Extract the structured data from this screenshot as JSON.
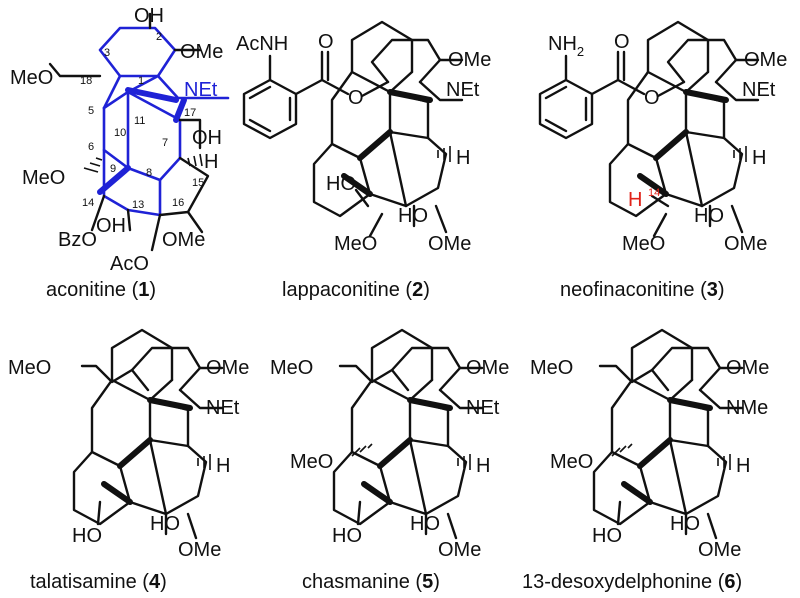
{
  "compounds": [
    {
      "id": "1",
      "name": "aconitine",
      "number": "1"
    },
    {
      "id": "2",
      "name": "lappaconitine",
      "number": "2"
    },
    {
      "id": "3",
      "name": "neofinaconitine",
      "number": "3"
    },
    {
      "id": "4",
      "name": "talatisamine",
      "number": "4"
    },
    {
      "id": "5",
      "name": "chasmanine",
      "number": "5"
    },
    {
      "id": "6",
      "name": "13-desoxydelphonine",
      "number": "6"
    }
  ],
  "labels": {
    "oh": "OH",
    "ome": "OMe",
    "meo": "MeO",
    "net": "NEt",
    "nme": "NMe",
    "h": "H",
    "ho": "HO",
    "bzo": "BzO",
    "aco": "AcO",
    "acnh": "AcNH",
    "nh2": "NH",
    "sub2": "2",
    "o": "O"
  },
  "atom_numbers": {
    "n1": "1",
    "n2": "2",
    "n3": "3",
    "n5": "5",
    "n6": "6",
    "n7": "7",
    "n8": "8",
    "n9": "9",
    "n10": "10",
    "n11": "11",
    "n13": "13",
    "n14": "14",
    "n15": "15",
    "n16": "16",
    "n17": "17",
    "n18": "18"
  },
  "highlight": {
    "neofinaconitine_c14": "14"
  },
  "colors": {
    "skeleton": "#1f22d6",
    "highlight": "#e0231a",
    "ink": "#111111"
  }
}
